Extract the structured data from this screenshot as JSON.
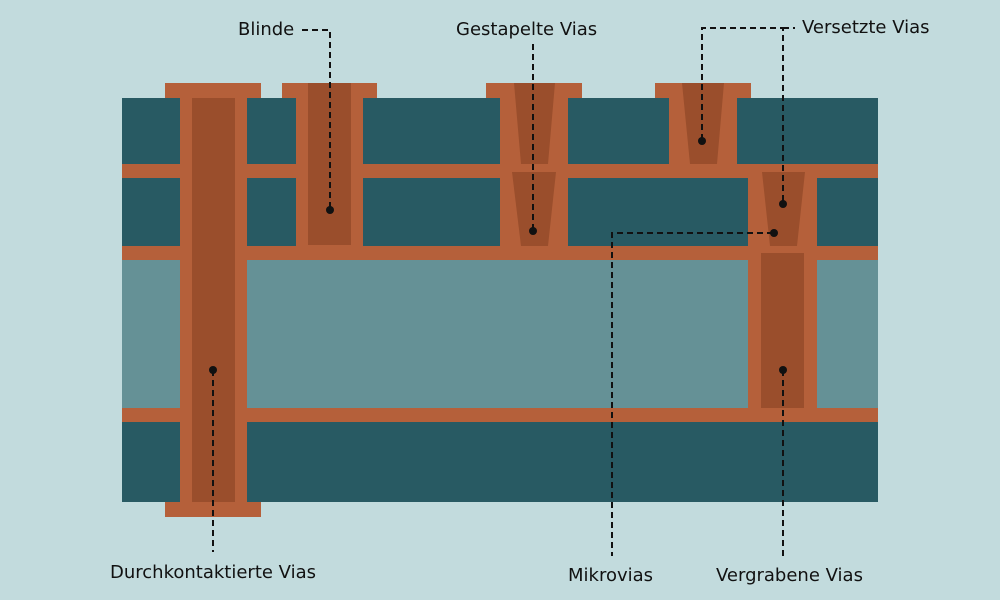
{
  "colors": {
    "background": "#c2dbdd",
    "dielectric_dark": "#285a63",
    "dielectric_core": "#659196",
    "copper": "#b5603a",
    "copper_fill": "#9a4e2c",
    "leader": "#111111"
  },
  "labels": {
    "blind": "Blinde",
    "stacked": "Gestapelte Vias",
    "staggered": "Versetzte Vias",
    "through": "Durchkontaktierte Vias",
    "micro": "Mikrovias",
    "buried": "Vergrabene Vias"
  }
}
